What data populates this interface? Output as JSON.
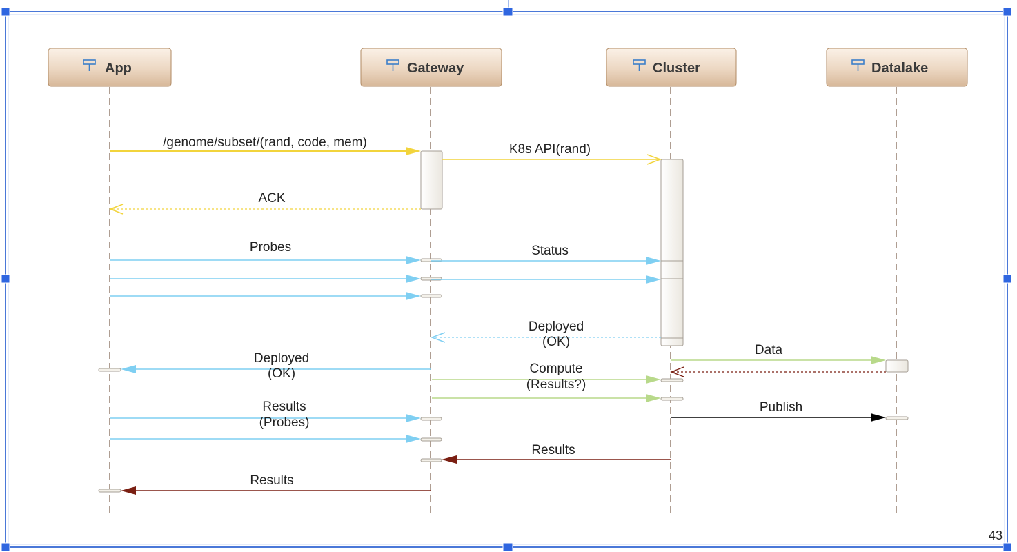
{
  "page_number": "43",
  "participants": [
    {
      "id": "app",
      "label": "App"
    },
    {
      "id": "gateway",
      "label": "Gateway"
    },
    {
      "id": "cluster",
      "label": "Cluster"
    },
    {
      "id": "datalake",
      "label": "Datalake"
    }
  ],
  "messages": {
    "genome_request": "/genome/subset/(rand, code, mem)",
    "k8s_api": "K8s API(rand)",
    "ack": "ACK",
    "probes": "Probes",
    "status": "Status",
    "deployed_ok_cluster_line1": "Deployed",
    "deployed_ok_cluster_line2": "(OK)",
    "data": "Data",
    "deployed_ok_app_line1": "Deployed",
    "deployed_ok_app_line2": "(OK)",
    "compute_line1": "Compute",
    "compute_line2": "(Results?)",
    "results_probes_line1": "Results",
    "results_probes_line2": "(Probes)",
    "publish": "Publish",
    "results_cluster": "Results",
    "results_app": "Results"
  },
  "colors": {
    "request": "#f2d43c",
    "probe": "#7fcff2",
    "compute": "#b8d98a",
    "result": "#7a1f12",
    "publish": "#000000",
    "frame": "#4a78d8"
  },
  "icons": {
    "participant": "participant-icon"
  }
}
